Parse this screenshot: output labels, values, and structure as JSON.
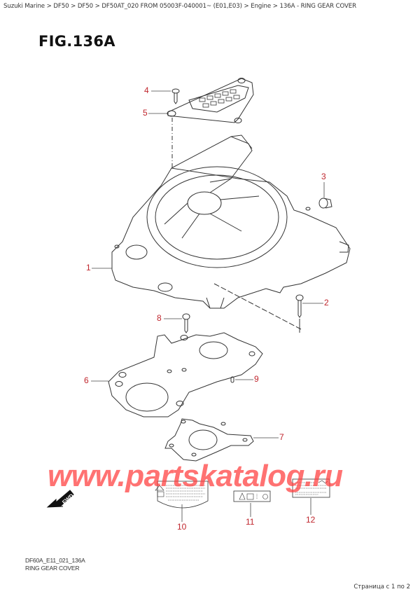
{
  "breadcrumb": {
    "items": [
      "Suzuki Marine",
      "DF50",
      "DF50",
      "DF50AT_020 FROM 05003F-040001~ (E01,E03)",
      "Engine",
      "136A - RING GEAR COVER"
    ],
    "separator": " > "
  },
  "figure": {
    "title": "FIG.136A"
  },
  "callouts": [
    {
      "number": "1",
      "part": "ring-gear-cover"
    },
    {
      "number": "2",
      "part": "bolt"
    },
    {
      "number": "3",
      "part": "grommet"
    },
    {
      "number": "4",
      "part": "screw"
    },
    {
      "number": "5",
      "part": "cover-plate"
    },
    {
      "number": "6",
      "part": "bracket"
    },
    {
      "number": "7",
      "part": "gasket"
    },
    {
      "number": "8",
      "part": "bolt"
    },
    {
      "number": "9",
      "part": "pin"
    },
    {
      "number": "10",
      "part": "caution-label"
    },
    {
      "number": "11",
      "part": "warning-label"
    },
    {
      "number": "12",
      "part": "oil-label"
    }
  ],
  "fwd_label": "FWD",
  "watermark": "www.partskatalog.ru",
  "caption": {
    "code": "DF60A_E11_021_136A",
    "name": "RING GEAR COVER"
  },
  "footer": {
    "pagination": "Страница с 1 по 2"
  },
  "colors": {
    "callout": "#c0262d",
    "watermark": "#ff3c3c",
    "line": "#333333"
  }
}
